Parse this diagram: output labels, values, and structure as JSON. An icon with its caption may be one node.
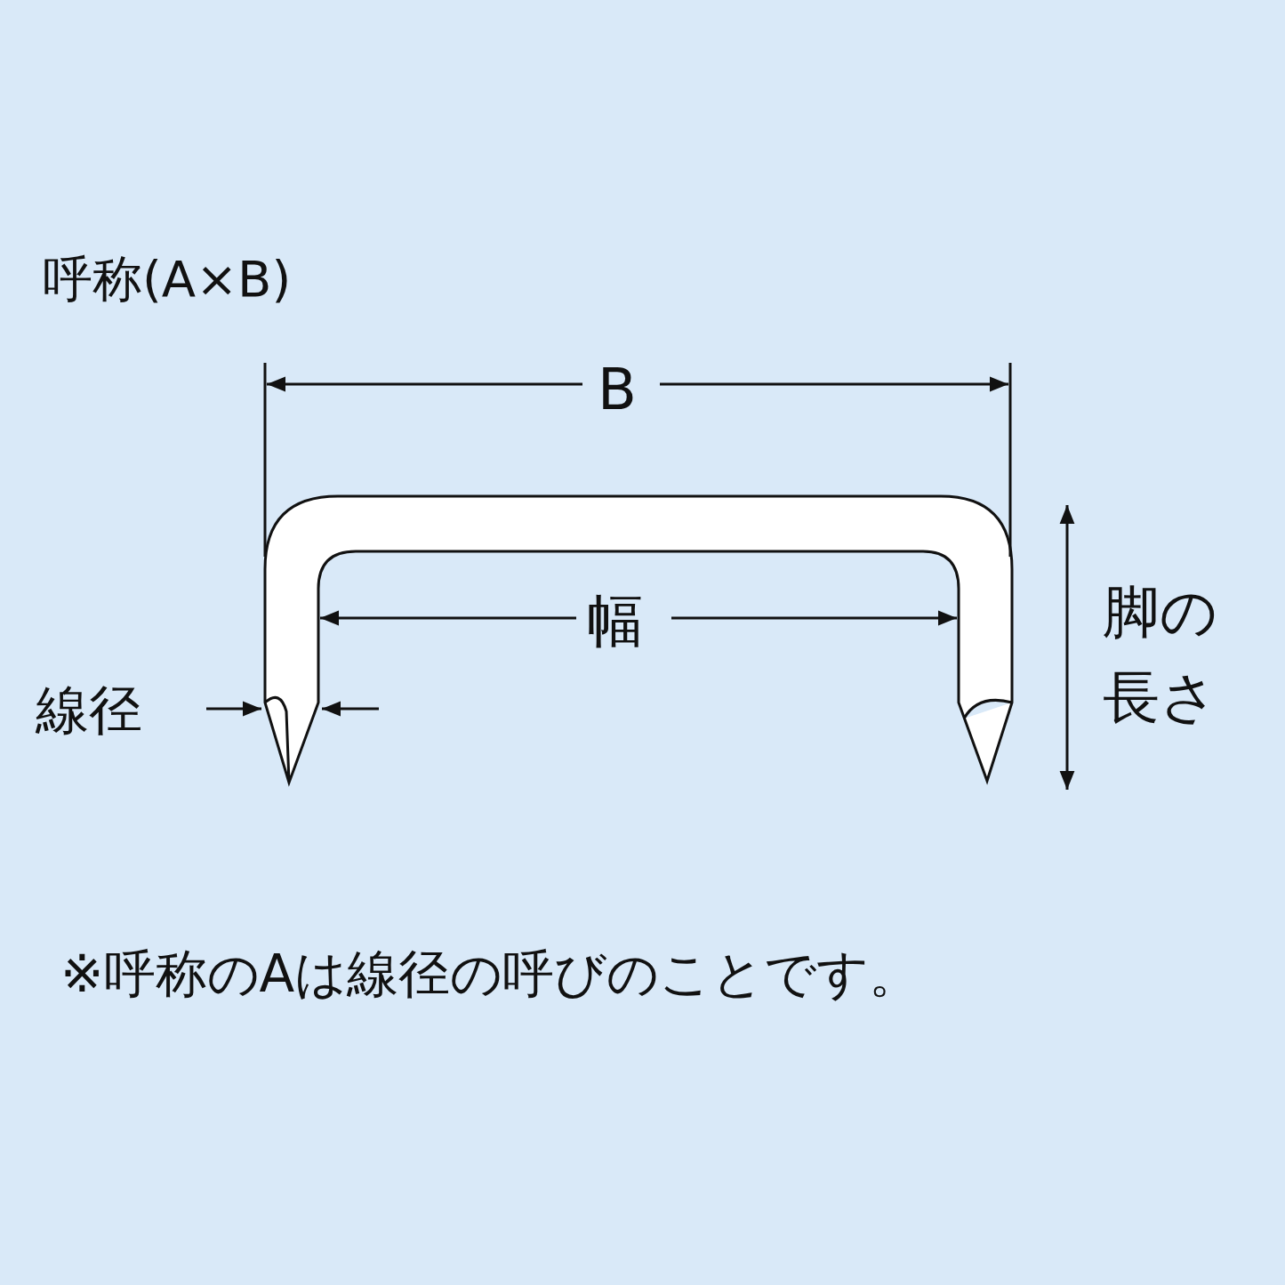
{
  "diagram": {
    "labels": [
      "呼称(A×B)",
      "B",
      "幅",
      "線径",
      "脚の長さ",
      "※呼称のAは線径の呼びのことです。"
    ]
  }
}
